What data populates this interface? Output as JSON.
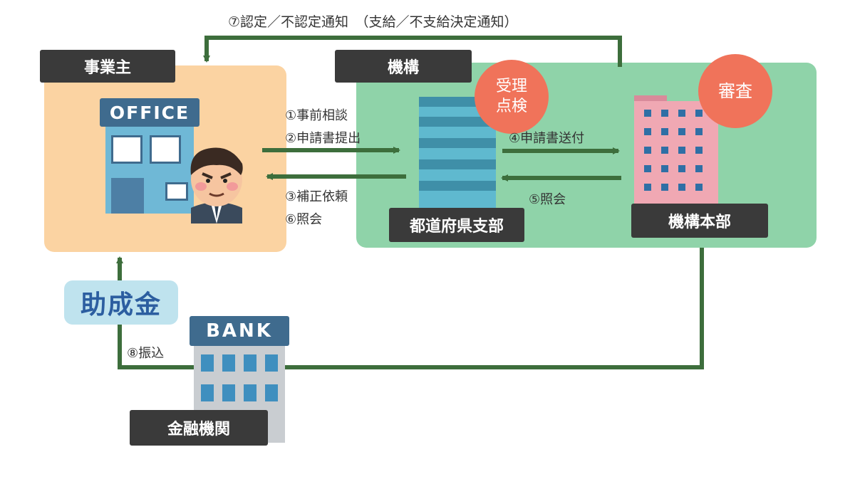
{
  "top_note": "⑦認定／不認定通知　（支給／不支給決定通知）",
  "business_owner": {
    "label": "事業主",
    "office_sign": "OFFICE"
  },
  "organization": {
    "label": "機構"
  },
  "branch": {
    "label": "都道府県支部",
    "badge": [
      "受理",
      "点検"
    ]
  },
  "headquarters": {
    "label": "機構本部",
    "badge": "審査"
  },
  "bank": {
    "sign": "BANK",
    "label": "金融機関"
  },
  "subsidy_tag": "助成金",
  "steps": {
    "s1": "①事前相談",
    "s2": "②申請書提出",
    "s3": "③補正依頼",
    "s4": "④申請書送付",
    "s5": "⑤照会",
    "s6": "⑥照会",
    "s8": "⑧振込"
  },
  "colors": {
    "owner_panel": "#fbd3a2",
    "org_panel": "#8fd3a9",
    "arrow": "#3d6e3c",
    "badge": "#f0735a",
    "dark_label": "#3a3a3a",
    "subsidy_tag_bg": "#bfe3ee",
    "subsidy_tag_text": "#2c5ea0"
  }
}
